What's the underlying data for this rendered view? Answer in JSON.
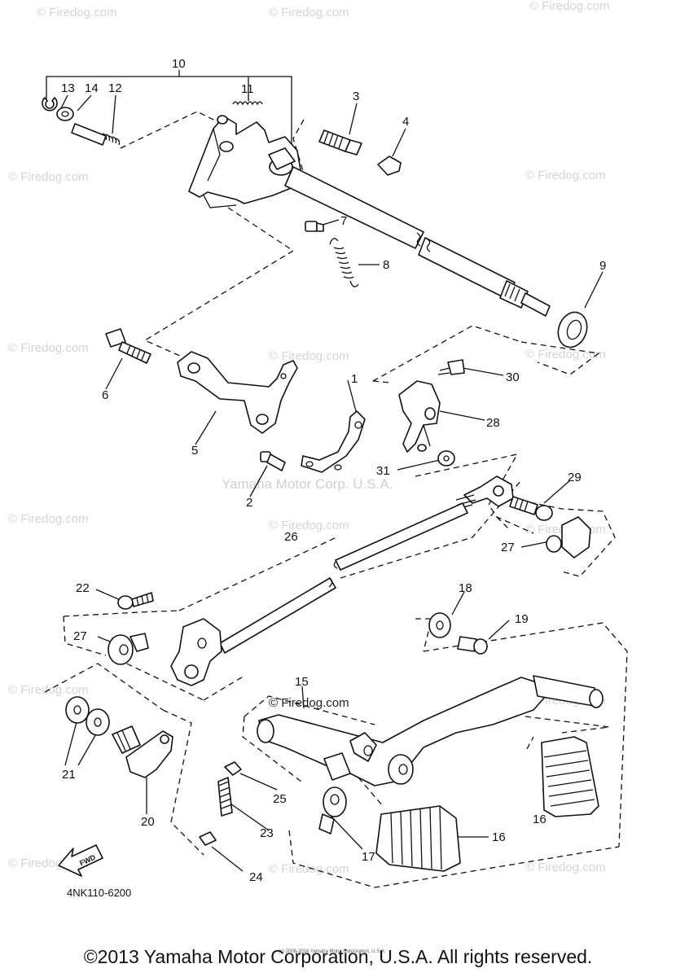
{
  "diagram": {
    "watermark_text": "© Firedog.com",
    "center_watermark": "Yamaha Motor Corp. U.S.A.",
    "highlight_watermark": "© Firedog.com",
    "diagram_code": "4NK110-6200",
    "direction_arrow_label": "FWD",
    "tiny_footer": "(c) 2006-2016 Yamaha Motor Corporation, U.S.A.",
    "part_numbers": [
      "1",
      "2",
      "3",
      "4",
      "5",
      "6",
      "7",
      "8",
      "9",
      "10",
      "11",
      "12",
      "13",
      "14",
      "15",
      "16",
      "16",
      "17",
      "18",
      "19",
      "20",
      "21",
      "22",
      "23",
      "24",
      "25",
      "26",
      "27",
      "27",
      "28",
      "29",
      "30",
      "31"
    ]
  },
  "footer": {
    "copyright": "©2013 Yamaha Motor Corporation, U.S.A. All rights reserved."
  }
}
